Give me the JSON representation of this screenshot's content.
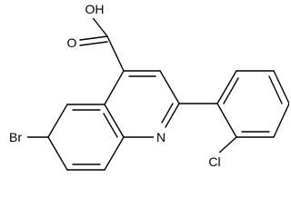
{
  "molecule": {
    "atom_labels": {
      "hydroxyl": "OH",
      "carbonyl_oxygen": "O",
      "bromine": "Br",
      "ring_nitrogen": "N",
      "chlorine": "Cl"
    }
  }
}
